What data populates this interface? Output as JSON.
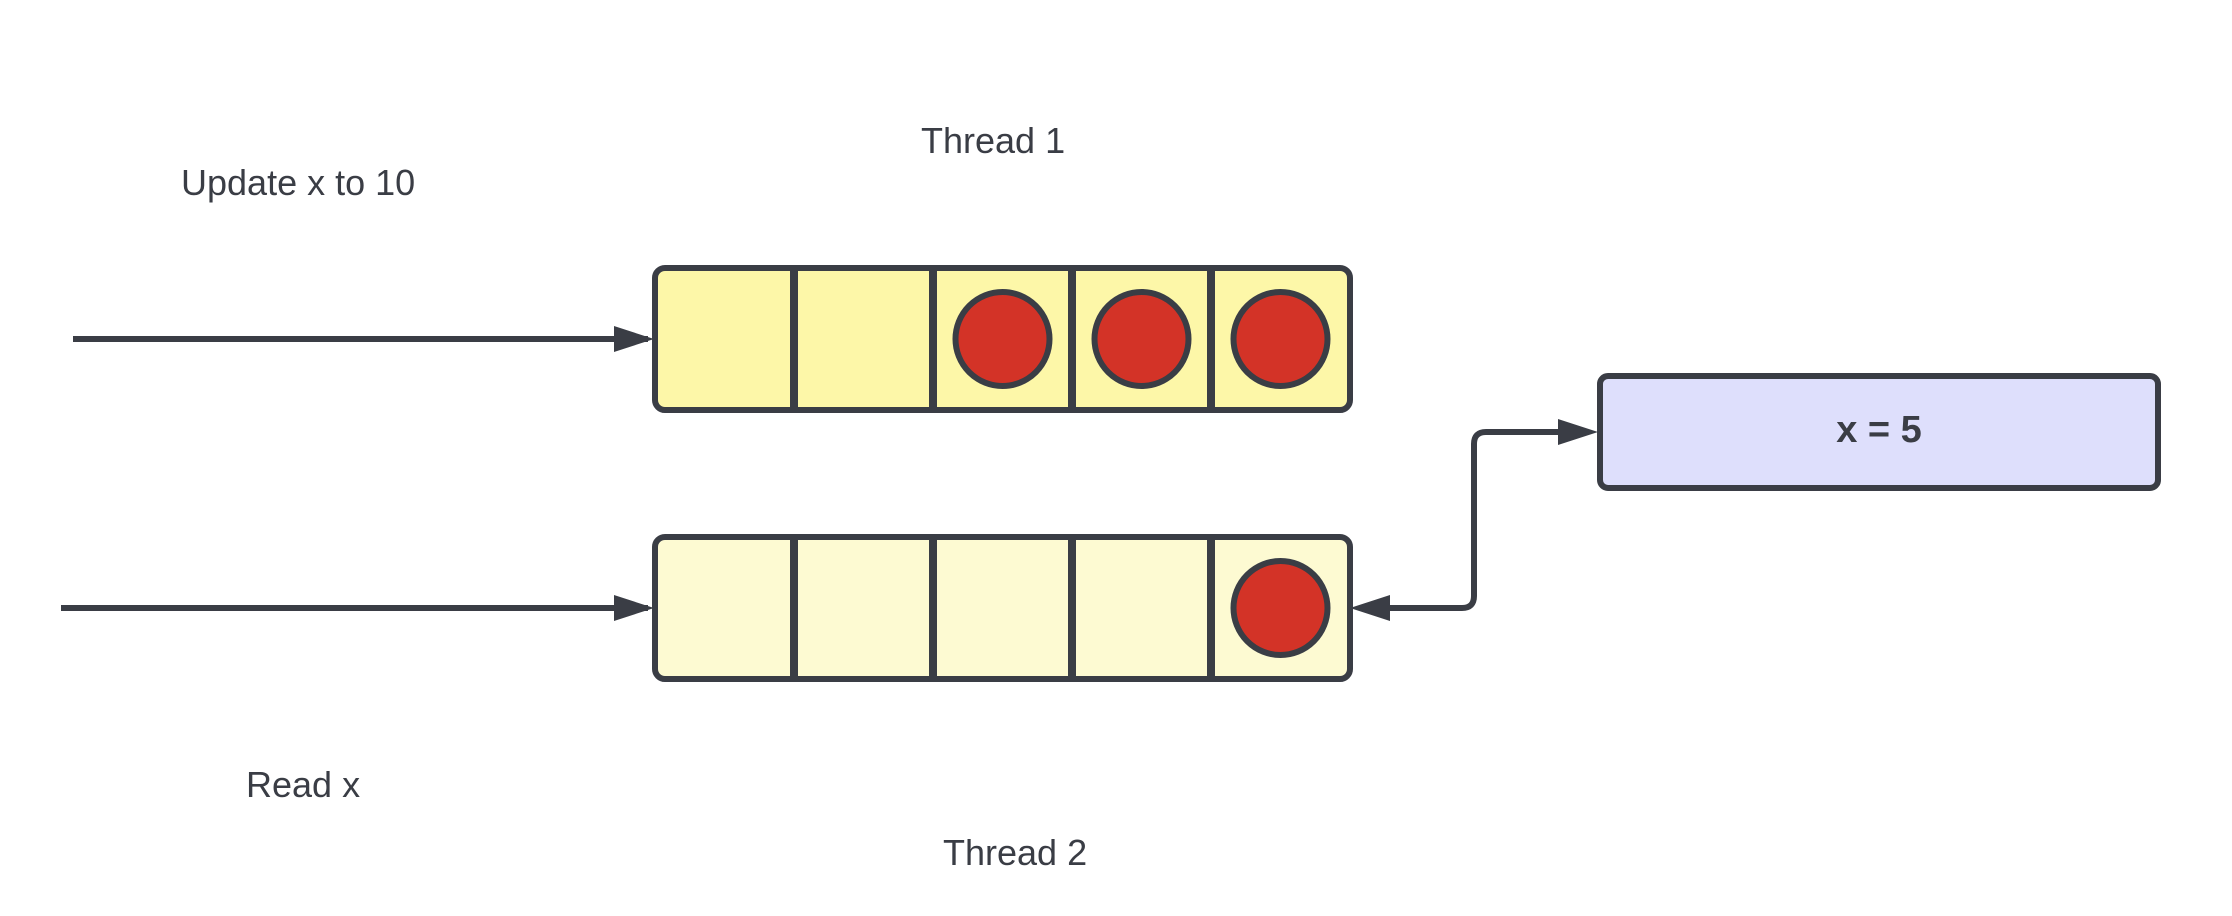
{
  "labels": {
    "thread1": "Thread 1",
    "thread2": "Thread 2",
    "update": "Update x to 10",
    "read": "Read x"
  },
  "memory": {
    "label": "x = 5",
    "fill": "#dedffc"
  },
  "queues": [
    {
      "name": "thread-1-queue",
      "slots": [
        false,
        false,
        true,
        true,
        true
      ],
      "fill": "#fdf7a8"
    },
    {
      "name": "thread-2-queue",
      "slots": [
        false,
        false,
        false,
        false,
        true
      ],
      "fill": "#fdfad2"
    }
  ],
  "colors": {
    "stroke": "#3a3d45",
    "token": "#d33327"
  }
}
